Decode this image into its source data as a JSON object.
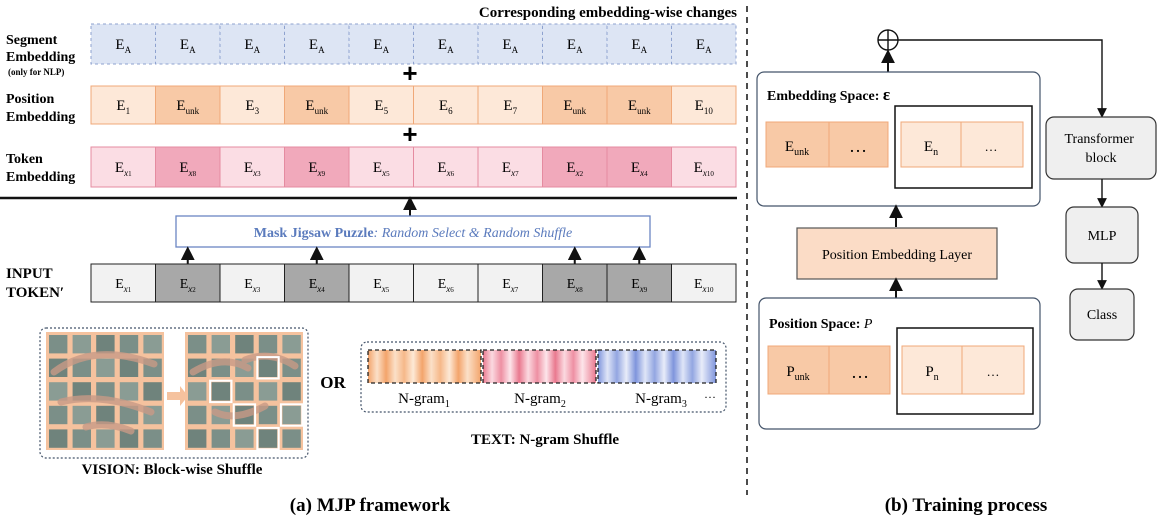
{
  "header": {
    "changes": "Corresponding embedding-wise changes"
  },
  "left": {
    "segment_label": [
      "Segment",
      "Embedding"
    ],
    "segment_note": "(only for NLP)",
    "position_label": [
      "Position",
      "Embedding"
    ],
    "token_label": [
      "Token",
      "Embedding"
    ],
    "plus": "+",
    "segment": [
      {
        "b": "E",
        "s": "A"
      },
      {
        "b": "E",
        "s": "A"
      },
      {
        "b": "E",
        "s": "A"
      },
      {
        "b": "E",
        "s": "A"
      },
      {
        "b": "E",
        "s": "A"
      },
      {
        "b": "E",
        "s": "A"
      },
      {
        "b": "E",
        "s": "A"
      },
      {
        "b": "E",
        "s": "A"
      },
      {
        "b": "E",
        "s": "A"
      },
      {
        "b": "E",
        "s": "A"
      }
    ],
    "position": [
      {
        "b": "E",
        "s": "1",
        "hl": false
      },
      {
        "b": "E",
        "s": "unk",
        "hl": true
      },
      {
        "b": "E",
        "s": "3",
        "hl": false
      },
      {
        "b": "E",
        "s": "unk",
        "hl": true
      },
      {
        "b": "E",
        "s": "5",
        "hl": false
      },
      {
        "b": "E",
        "s": "6",
        "hl": false
      },
      {
        "b": "E",
        "s": "7",
        "hl": false
      },
      {
        "b": "E",
        "s": "unk",
        "hl": true
      },
      {
        "b": "E",
        "s": "unk",
        "hl": true
      },
      {
        "b": "E",
        "s": "10",
        "hl": false
      }
    ],
    "token": [
      {
        "b": "E",
        "s": "x",
        "n": "1",
        "hl": false
      },
      {
        "b": "E",
        "s": "x",
        "n": "8",
        "hl": true
      },
      {
        "b": "E",
        "s": "x",
        "n": "3",
        "hl": false
      },
      {
        "b": "E",
        "s": "x",
        "n": "9",
        "hl": true
      },
      {
        "b": "E",
        "s": "x",
        "n": "5",
        "hl": false
      },
      {
        "b": "E",
        "s": "x",
        "n": "6",
        "hl": false
      },
      {
        "b": "E",
        "s": "x",
        "n": "7",
        "hl": false
      },
      {
        "b": "E",
        "s": "x",
        "n": "2",
        "hl": true
      },
      {
        "b": "E",
        "s": "x",
        "n": "4",
        "hl": true
      },
      {
        "b": "E",
        "s": "x",
        "n": "10",
        "hl": false
      }
    ],
    "mjp_bold": "Mask Jigsaw Puzzle",
    "mjp_italic": ": Random Select & Random Shuffle",
    "input_label": [
      "INPUT",
      "TOKEN′"
    ],
    "input": [
      {
        "b": "E",
        "s": "x",
        "n": "1",
        "hl": false
      },
      {
        "b": "E",
        "s": "x",
        "n": "2",
        "hl": true
      },
      {
        "b": "E",
        "s": "x",
        "n": "3",
        "hl": false
      },
      {
        "b": "E",
        "s": "x",
        "n": "4",
        "hl": true
      },
      {
        "b": "E",
        "s": "x",
        "n": "5",
        "hl": false
      },
      {
        "b": "E",
        "s": "x",
        "n": "6",
        "hl": false
      },
      {
        "b": "E",
        "s": "x",
        "n": "7",
        "hl": false
      },
      {
        "b": "E",
        "s": "x",
        "n": "8",
        "hl": true
      },
      {
        "b": "E",
        "s": "x",
        "n": "9",
        "hl": true
      },
      {
        "b": "E",
        "s": "x",
        "n": "10",
        "hl": false
      }
    ],
    "or": "OR",
    "vision_caption": "VISION: Block-wise Shuffle",
    "text_caption": "TEXT: N-gram Shuffle",
    "ngrams": [
      {
        "b": "N-gram",
        "s": "1"
      },
      {
        "b": "N-gram",
        "s": "2"
      },
      {
        "b": "N-gram",
        "s": "3"
      }
    ],
    "ngram_ellipsis": "···",
    "caption": "(a) MJP framework"
  },
  "right": {
    "emb_space_label": "Embedding Space: ",
    "emb_space_symbol": "ε",
    "emb_unk": {
      "b": "E",
      "s": "unk"
    },
    "emb_n": {
      "b": "E",
      "s": "n"
    },
    "ellipsis_big": "…",
    "ellipsis_small": "…",
    "pel_label": "Position Embedding Layer",
    "pos_space_label": "Position Space: ",
    "pos_space_symbol": "P",
    "pos_unk": {
      "b": "P",
      "s": "unk"
    },
    "pos_n": {
      "b": "P",
      "s": "n"
    },
    "transformer": [
      "Transformer",
      "block"
    ],
    "mlp": "MLP",
    "class": "Class",
    "caption": "(b) Training process"
  },
  "colors": {
    "segment_fill": "#dde5f4",
    "segment_stroke": "#8ea2cf",
    "position_fill": "#fde8d8",
    "position_hl": "#f8c9a6",
    "position_stroke": "#f0a878",
    "token_fill": "#fbdde4",
    "token_hl": "#f1a9bb",
    "token_stroke": "#e58ba0",
    "input_fill": "#f2f2f2",
    "input_hl": "#a8a8a8",
    "mjp_text": "#5b7bbd",
    "mjp_stroke": "#6b86c4",
    "orange_block": "#f5c29e"
  }
}
